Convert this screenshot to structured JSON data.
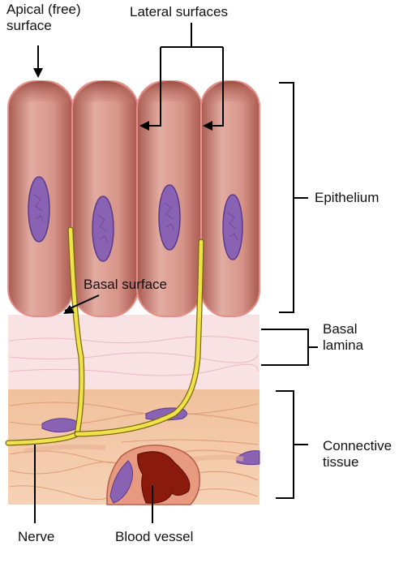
{
  "labels": {
    "apical_line1": "Apical (free)",
    "apical_line2": "surface",
    "lateral": "Lateral surfaces",
    "epithelium": "Epithelium",
    "basal_surface": "Basal surface",
    "basal_lamina_line1": "Basal",
    "basal_lamina_line2": "lamina",
    "connective_line1": "Connective",
    "connective_line2": "tissue",
    "nerve": "Nerve",
    "blood_vessel": "Blood vessel"
  },
  "colors": {
    "cell_fill": "#c88074",
    "cell_highlight": "#e8b3aa",
    "cell_outline": "#9a4a44",
    "nucleus": "#8a62b4",
    "nucleus_outline": "#5b3a8a",
    "nerve": "#f0e24a",
    "nerve_outline": "#7a6a10",
    "basal_lamina": "#f7dde0",
    "connective": "#f4c9a8",
    "vessel_wall": "#c86a52",
    "vessel_lumen": "#8a1a0c"
  }
}
